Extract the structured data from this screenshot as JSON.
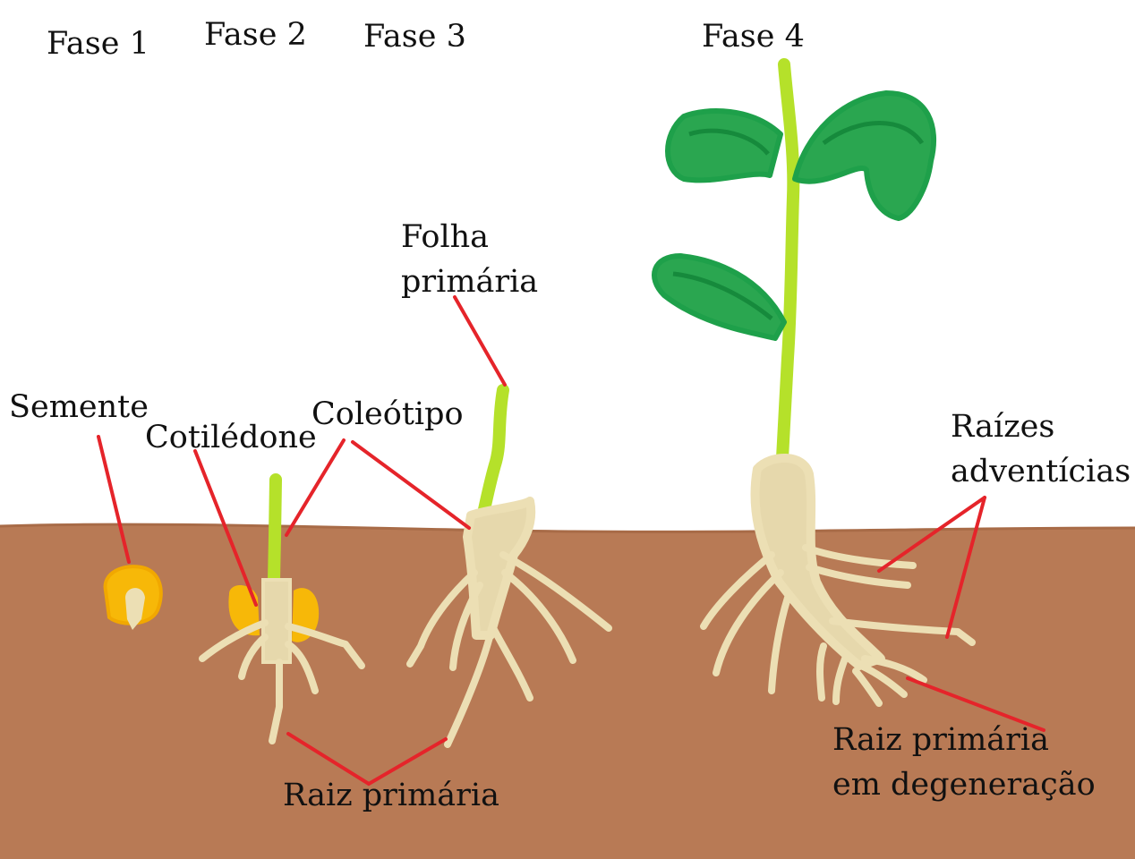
{
  "phases": {
    "phase1": "Fase 1",
    "phase2": "Fase 2",
    "phase3": "Fase 3",
    "phase4": "Fase 4"
  },
  "labels": {
    "seed": "Semente",
    "cotyledon": "Cotilédone",
    "coleoptile": "Coleótipo",
    "primary_leaf_line1": "Folha",
    "primary_leaf_line2": "primária",
    "adventitious_line1": "Raízes",
    "adventitious_line2": "adventícias",
    "primary_root": "Raiz primária",
    "degenerating_line1": "Raiz primária",
    "degenerating_line2": "em degeneração"
  },
  "colors": {
    "soil": "#b87a55",
    "soil_edge": "#a86b47",
    "pointer": "#e5242a",
    "root": "#ecdfb4",
    "shoot": "#b5e12a",
    "leaf": "#2aa650",
    "seed": "#f7b808"
  }
}
